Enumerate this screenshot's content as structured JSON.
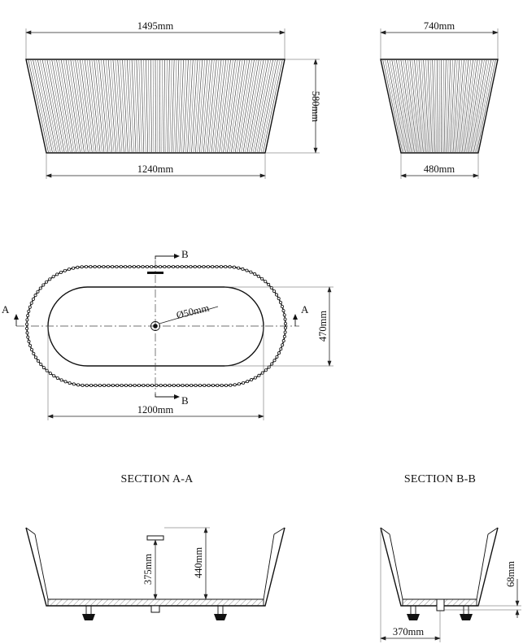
{
  "front_view": {
    "top_width": "1495mm",
    "bottom_width": "1240mm",
    "height": "580mm"
  },
  "side_view": {
    "top_width": "740mm",
    "bottom_width": "480mm"
  },
  "plan_view": {
    "section_b_top": "B",
    "section_b_bottom": "B",
    "section_a_left": "A",
    "section_a_right": "A",
    "drain_diameter": "Ø50mm",
    "inner_width": "470mm",
    "inner_length": "1200mm"
  },
  "section_aa": {
    "title": "SECTION A-A",
    "overflow_height": "375mm",
    "depth": "440mm"
  },
  "section_bb": {
    "title": "SECTION B-B",
    "base_height": "68mm",
    "drain_offset": "370mm"
  },
  "colors": {
    "line": "#111111",
    "background": "#ffffff"
  }
}
